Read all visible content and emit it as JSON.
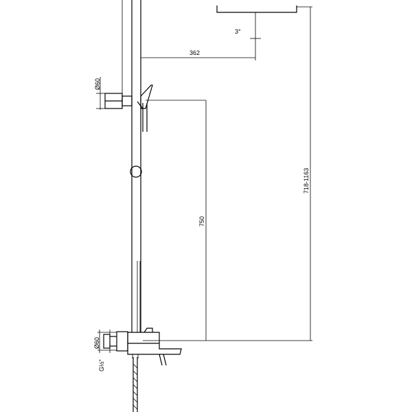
{
  "drawing": {
    "dim_arm_length": "362",
    "dim_hand_shower_height": "750",
    "dim_total_height": "718-1163",
    "label_upper_diameter": "Ø60",
    "label_lower_diameter": "Ø60",
    "label_thread": "G½\"",
    "label_angle": "3°"
  }
}
